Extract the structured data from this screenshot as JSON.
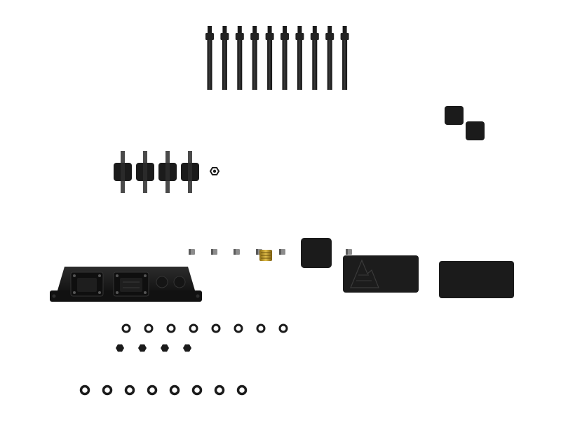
{
  "scene": {
    "background": "#ffffff",
    "colors": {
      "part_dark": "#1b1b1b",
      "part_mid": "#2a2a2a",
      "part_edge": "#0c0c0c",
      "highlight": "#555555",
      "clip_grey": "#8c8c8c",
      "brass": "#c9a227"
    },
    "parts": {
      "long_standoffs": {
        "icon": "long-standoff-screw",
        "count": 10
      },
      "grommet_standoffs": {
        "icon": "grommet-standoff",
        "count": 4
      },
      "small_nut": {
        "icon": "hex-nut",
        "count": 1
      },
      "square_pads": {
        "icon": "square-rubber-pad",
        "count": 2
      },
      "small_clips": {
        "icon": "small-clip",
        "count": 6
      },
      "brass_insert": {
        "icon": "brass-threaded-insert",
        "count": 1
      },
      "square_block": {
        "icon": "square-cover-block",
        "count": 1
      },
      "logo_lid": {
        "icon": "enclosure-lid-with-logo",
        "count": 1
      },
      "plain_lid": {
        "icon": "enclosure-lid-plain",
        "count": 1
      },
      "controller": {
        "icon": "controller-enclosure-with-connectors",
        "count": 1
      },
      "flat_washers": {
        "icon": "flat-washer",
        "count": 8
      },
      "hex_nuts": {
        "icon": "hex-nut",
        "count": 4
      },
      "o_rings": {
        "icon": "o-ring",
        "count": 8
      }
    }
  }
}
